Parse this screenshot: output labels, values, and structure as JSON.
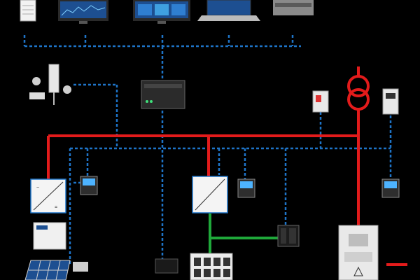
{
  "colors": {
    "background": "#000000",
    "comm_bus": "#1e74c8",
    "ac_power": "#e31b1b",
    "dc_storage": "#1fa83a",
    "device_gray": "#d9d9d9",
    "screen_blue": "#1d4f91"
  },
  "top_devices": [
    {
      "name": "server",
      "label": ""
    },
    {
      "name": "monitor-1",
      "label": ""
    },
    {
      "name": "monitor-2",
      "label": ""
    },
    {
      "name": "laptop",
      "label": ""
    },
    {
      "name": "switch-unit",
      "label": ""
    }
  ],
  "field_devices": [
    {
      "name": "weather-station",
      "label": ""
    },
    {
      "name": "gateway",
      "label": ""
    },
    {
      "name": "protection-relay-1",
      "label": ""
    },
    {
      "name": "transformer",
      "label": ""
    },
    {
      "name": "protection-relay-2",
      "label": ""
    },
    {
      "name": "pv-inverter",
      "label": ""
    },
    {
      "name": "pcs-converter",
      "label": ""
    },
    {
      "name": "combiner-box",
      "label": ""
    },
    {
      "name": "meter-1",
      "label": ""
    },
    {
      "name": "meter-2",
      "label": ""
    },
    {
      "name": "meter-3",
      "label": ""
    },
    {
      "name": "battery-controller",
      "label": ""
    },
    {
      "name": "battery-rack",
      "label": ""
    },
    {
      "name": "switchgear-cabinet",
      "label": ""
    },
    {
      "name": "pv-array",
      "label": ""
    }
  ],
  "legend": {
    "ac_line_label": ""
  }
}
